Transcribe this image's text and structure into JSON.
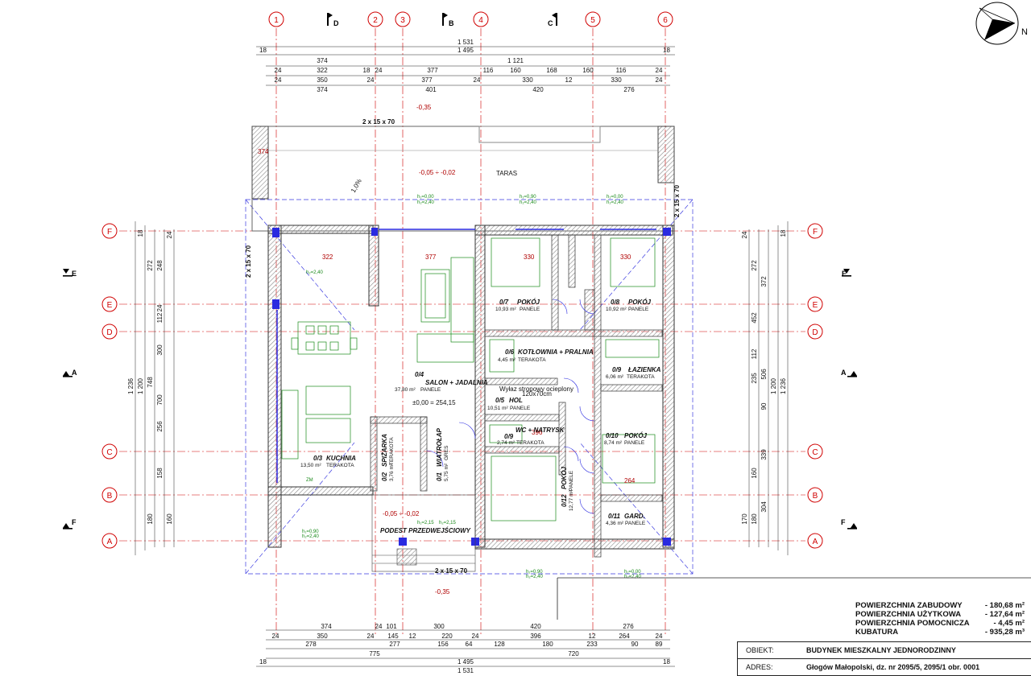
{
  "axes_top": [
    "1",
    "2",
    "3",
    "4",
    "5",
    "6"
  ],
  "axes_side": [
    "F",
    "E",
    "D",
    "C",
    "B",
    "A"
  ],
  "section_marks_top": [
    "D",
    "B",
    "C"
  ],
  "section_marks_side": [
    "E",
    "A",
    "F"
  ],
  "north": "N",
  "dims_top": {
    "total_outer": "1 531",
    "total_inner": "1 495",
    "d18": "18",
    "d374": "374",
    "d1121": "1 121",
    "row3": [
      "24",
      "322",
      "18",
      "24",
      "377",
      "116",
      "160",
      "168",
      "160",
      "116",
      "24"
    ],
    "row4": [
      "24",
      "350",
      "24",
      "377",
      "24",
      "330",
      "12",
      "330",
      "24"
    ],
    "row5": [
      "374",
      "401",
      "420",
      "276"
    ]
  },
  "dims_bottom": {
    "row1": [
      "374",
      "24",
      "101",
      "300",
      "420",
      "276"
    ],
    "row2": [
      "24",
      "350",
      "24",
      "145",
      "12",
      "220",
      "24",
      "396",
      "12",
      "264",
      "24"
    ],
    "row3": [
      "278",
      "277",
      "156",
      "64",
      "128",
      "180",
      "233",
      "90",
      "89"
    ],
    "row4": [
      "775",
      "720"
    ],
    "total_inner": "1 495",
    "total_outer": "1 531",
    "d18": "18"
  },
  "dims_left": [
    "1 236",
    "1 200",
    "748",
    "272",
    "248",
    "24",
    "112",
    "300",
    "700",
    "256",
    "158",
    "180",
    "160",
    "24",
    "18"
  ],
  "dims_right": [
    "1 236",
    "1 200",
    "272",
    "372",
    "506",
    "112",
    "452",
    "235",
    "90",
    "339",
    "160",
    "180",
    "170",
    "304",
    "24",
    "18"
  ],
  "levels": {
    "terrace": "-0,35",
    "terrace_fl": "-0,05 ÷ -0,02",
    "zero": "±0,00 = 254,15",
    "entry": "-0,05 ÷ -0,02",
    "bottom": "-0,35"
  },
  "notes": {
    "terrace": "TARAS",
    "stairs_top": "2 x 15 x 70",
    "stairs_bottom": "2 x 15 x 70",
    "stairs_left": "2 x 15 x 70",
    "stairs_right": "2 x 15 x 70",
    "hatch": "Wyłaz stropowy ocieplony",
    "hatch_dim": "120x70cm",
    "entrance": "PODEST PRZEDWEJŚCIOWY",
    "zm": "ZM",
    "slope": "1,0%",
    "h_a": "h₁=0,00",
    "h_b": "h₂=2,40",
    "h_c": "h₁=0,90",
    "h_d": "h₁=2,15",
    "h_e": "h₂=2,15"
  },
  "rooms": [
    {
      "code": "0/7",
      "name": "POKÓJ",
      "area": "10,93 m²",
      "floor": "PANELE"
    },
    {
      "code": "0/8",
      "name": "POKÓJ",
      "area": "10,92 m²",
      "floor": "PANELE"
    },
    {
      "code": "0/6",
      "name": "KOTŁOWNIA + PRALNIA",
      "area": "4,45 m²",
      "floor": "TERAKOTA"
    },
    {
      "code": "0/9",
      "name": "ŁAZIENKA",
      "area": "6,06 m²",
      "floor": "TERAKOTA"
    },
    {
      "code": "0/4",
      "name": "SALON + JADALNIA",
      "area": "37,80 m²",
      "floor": "PANELE"
    },
    {
      "code": "0/5",
      "name": "HOL",
      "area": "10,51 m²",
      "floor": "PANELE"
    },
    {
      "code": "0/9",
      "name": "WC + NATRYSK",
      "area": "2,74 m²",
      "floor": "TERAKOTA"
    },
    {
      "code": "0/10",
      "name": "POKÓJ",
      "area": "8,74 m²",
      "floor": "PANELE"
    },
    {
      "code": "0/3",
      "name": "KUCHNIA",
      "area": "13,50 m²",
      "floor": "TERAKOTA"
    },
    {
      "code": "0/2",
      "name": "SPIŻARKA",
      "area": "3,76 m²",
      "floor": "TERAKOTA"
    },
    {
      "code": "0/1",
      "name": "WIATROŁAP",
      "area": "5,75 m²",
      "floor": "GRES"
    },
    {
      "code": "0/12",
      "name": "POKÓJ",
      "area": "12,77 m²",
      "floor": "PANELE"
    },
    {
      "code": "0/11",
      "name": "GARD.",
      "area": "4,36 m²",
      "floor": "PANELE"
    }
  ],
  "summary": [
    {
      "label": "POWIERZCHNIA ZABUDOWY",
      "value": "- 180,68 m²"
    },
    {
      "label": "POWIERZCHNIA UŻYTKOWA",
      "value": "- 127,64 m²"
    },
    {
      "label": "POWIERZCHNIA POMOCNICZA",
      "value": "-   4,45 m²"
    },
    {
      "label": "KUBATURA",
      "value": "- 935,28 m³"
    }
  ],
  "titleblock": {
    "obiekt_label": "OBIEKT:",
    "obiekt": "BUDYNEK MIESZKALNY JEDNORODZINNY",
    "adres_label": "ADRES:",
    "adres": "Głogów Małopolski, dz. nr 2095/5, 2095/1 obr. 0001"
  },
  "colors": {
    "wall": "#555555",
    "red": "#d00000",
    "green": "#1a8a1a",
    "blue": "#2a2ae0"
  }
}
